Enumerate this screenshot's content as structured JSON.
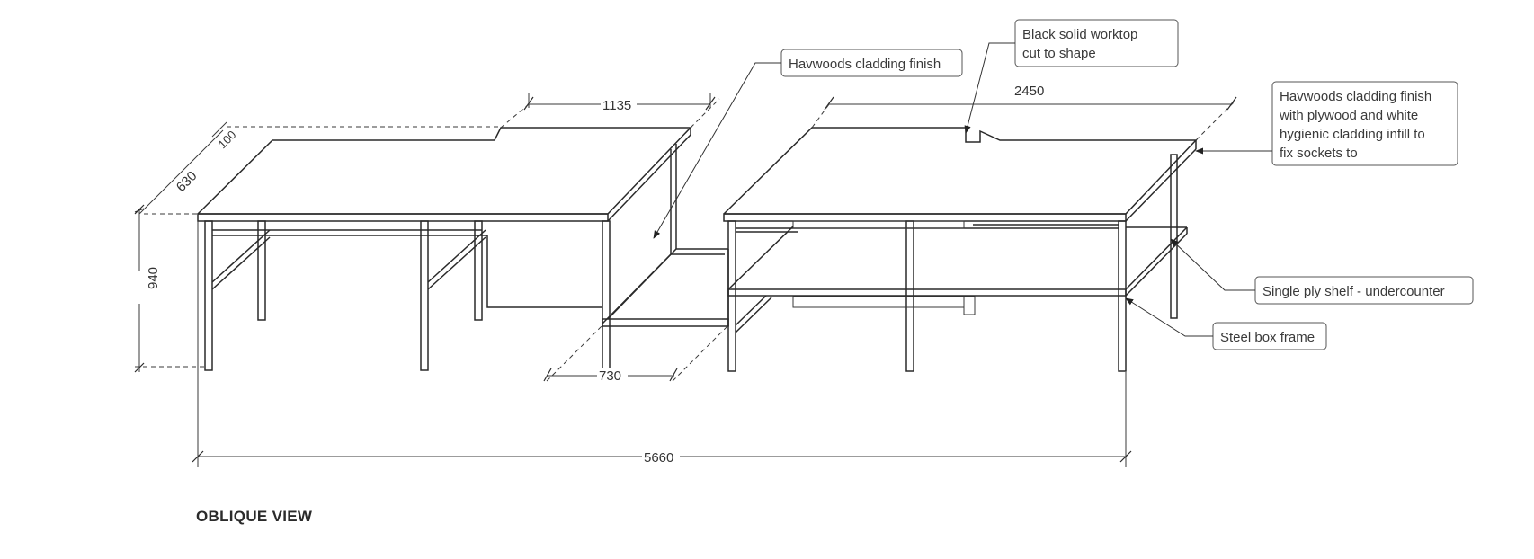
{
  "view_title": "OBLIQUE VIEW",
  "dimensions": {
    "left_unit_width": "1135",
    "top_offset": "100",
    "depth": "630",
    "height": "940",
    "gap_width": "730",
    "right_unit_width": "2450",
    "overall_length": "5660"
  },
  "callouts": {
    "havwoods_cladding": "Havwoods cladding finish",
    "black_worktop": [
      "Black solid worktop",
      "cut to shape"
    ],
    "havwoods_plywood": [
      "Havwoods cladding finish",
      "with plywood and white",
      "hygienic cladding infill to",
      "fix sockets to"
    ],
    "single_ply_shelf": "Single ply shelf - undercounter",
    "steel_box_frame": "Steel box frame"
  }
}
